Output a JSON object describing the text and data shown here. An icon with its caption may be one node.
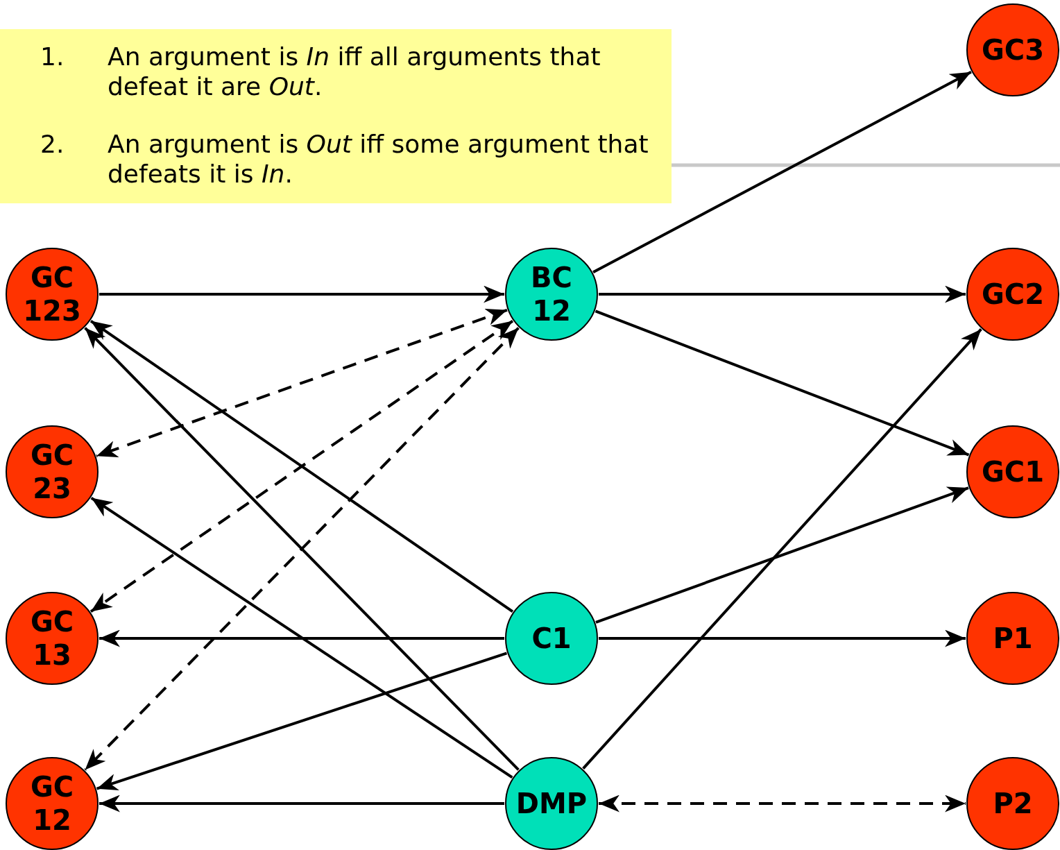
{
  "diagram": {
    "nodes": [
      {
        "text": [
          "1.",
          "An argument is *In* iff all arguments that defeat it are *Out*.",
          "2.",
          "An argument is *Out* iff some argument that defeats it is *In*."
        ]
      },
      {
        "text": [
          "GC3"
        ]
      },
      {
        "text": [
          "GC 123"
        ]
      },
      {
        "text": [
          "BC 12"
        ]
      },
      {
        "text": [
          "GC2"
        ]
      },
      {
        "text": [
          "GC 23"
        ]
      },
      {
        "text": [
          "GC1"
        ]
      },
      {
        "text": [
          "GC 13"
        ]
      },
      {
        "text": [
          "C1"
        ]
      },
      {
        "text": [
          "P1"
        ]
      },
      {
        "text": [
          "GC 12"
        ]
      },
      {
        "text": [
          "DMP"
        ]
      },
      {
        "text": [
          "P2"
        ]
      }
    ],
    "edges": [
      {
        "from": 2,
        "to": 3,
        "arrow": "to"
      },
      {
        "from": 3,
        "to": 1,
        "arrow": "to"
      },
      {
        "from": 3,
        "to": 4,
        "arrow": "to"
      },
      {
        "from": 3,
        "to": 6,
        "arrow": "to"
      },
      {
        "from": 3,
        "to": 5,
        "arrow": "both",
        "style": "dashed"
      },
      {
        "from": 3,
        "to": 7,
        "arrow": "both",
        "style": "dashed"
      },
      {
        "from": 3,
        "to": 10,
        "arrow": "both",
        "style": "dashed"
      },
      {
        "from": 8,
        "to": 2,
        "arrow": "to"
      },
      {
        "from": 8,
        "to": 7,
        "arrow": "to"
      },
      {
        "from": 8,
        "to": 10,
        "arrow": "to"
      },
      {
        "from": 8,
        "to": 6,
        "arrow": "to"
      },
      {
        "from": 8,
        "to": 9,
        "arrow": "to"
      },
      {
        "from": 11,
        "to": 2,
        "arrow": "to"
      },
      {
        "from": 11,
        "to": 5,
        "arrow": "to"
      },
      {
        "from": 11,
        "to": 10,
        "arrow": "to"
      },
      {
        "from": 11,
        "to": 4,
        "arrow": "to"
      },
      {
        "from": 11,
        "to": 12,
        "arrow": "both",
        "style": "dashed"
      }
    ]
  }
}
